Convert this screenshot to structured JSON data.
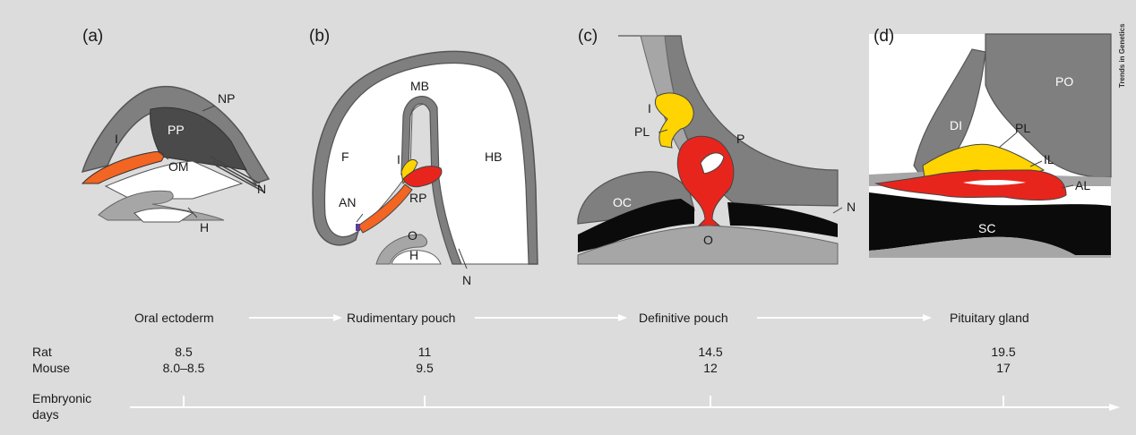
{
  "panels": [
    {
      "letter": "(a)",
      "labels": {
        "np": "NP",
        "pp": "PP",
        "i": "I",
        "om": "OM",
        "n": "N",
        "h": "H"
      }
    },
    {
      "letter": "(b)",
      "labels": {
        "mb": "MB",
        "f": "F",
        "i": "I",
        "hb": "HB",
        "rp": "RP",
        "an": "AN",
        "o": "O",
        "h": "H",
        "n": "N"
      }
    },
    {
      "letter": "(c)",
      "labels": {
        "i": "I",
        "pl": "PL",
        "p": "P",
        "oc": "OC",
        "n": "N",
        "o": "O"
      }
    },
    {
      "letter": "(d)",
      "labels": {
        "po": "PO",
        "di": "DI",
        "pl": "PL",
        "il": "IL",
        "al": "AL",
        "sc": "SC"
      }
    }
  ],
  "watermark": "Trends in Genetics",
  "stages": [
    "Oral ectoderm",
    "Rudimentary pouch",
    "Definitive pouch",
    "Pituitary gland"
  ],
  "rows": [
    {
      "label": "Rat",
      "values": [
        "8.5",
        "11",
        "14.5",
        "19.5"
      ]
    },
    {
      "label": "Mouse",
      "values": [
        "8.0–8.5",
        "9.5",
        "12",
        "17"
      ]
    }
  ],
  "axis_label_line1": "Embryonic",
  "axis_label_line2": "days",
  "colors": {
    "background": "#dcdcdc",
    "dark_gray": "#7f7f7f",
    "mid_gray": "#a6a6a6",
    "darker": "#4a4a4a",
    "orange": "#f26522",
    "red": "#e8251c",
    "yellow": "#ffd400",
    "black": "#0b0b0b",
    "white": "#ffffff",
    "purple": "#5b3e96"
  }
}
